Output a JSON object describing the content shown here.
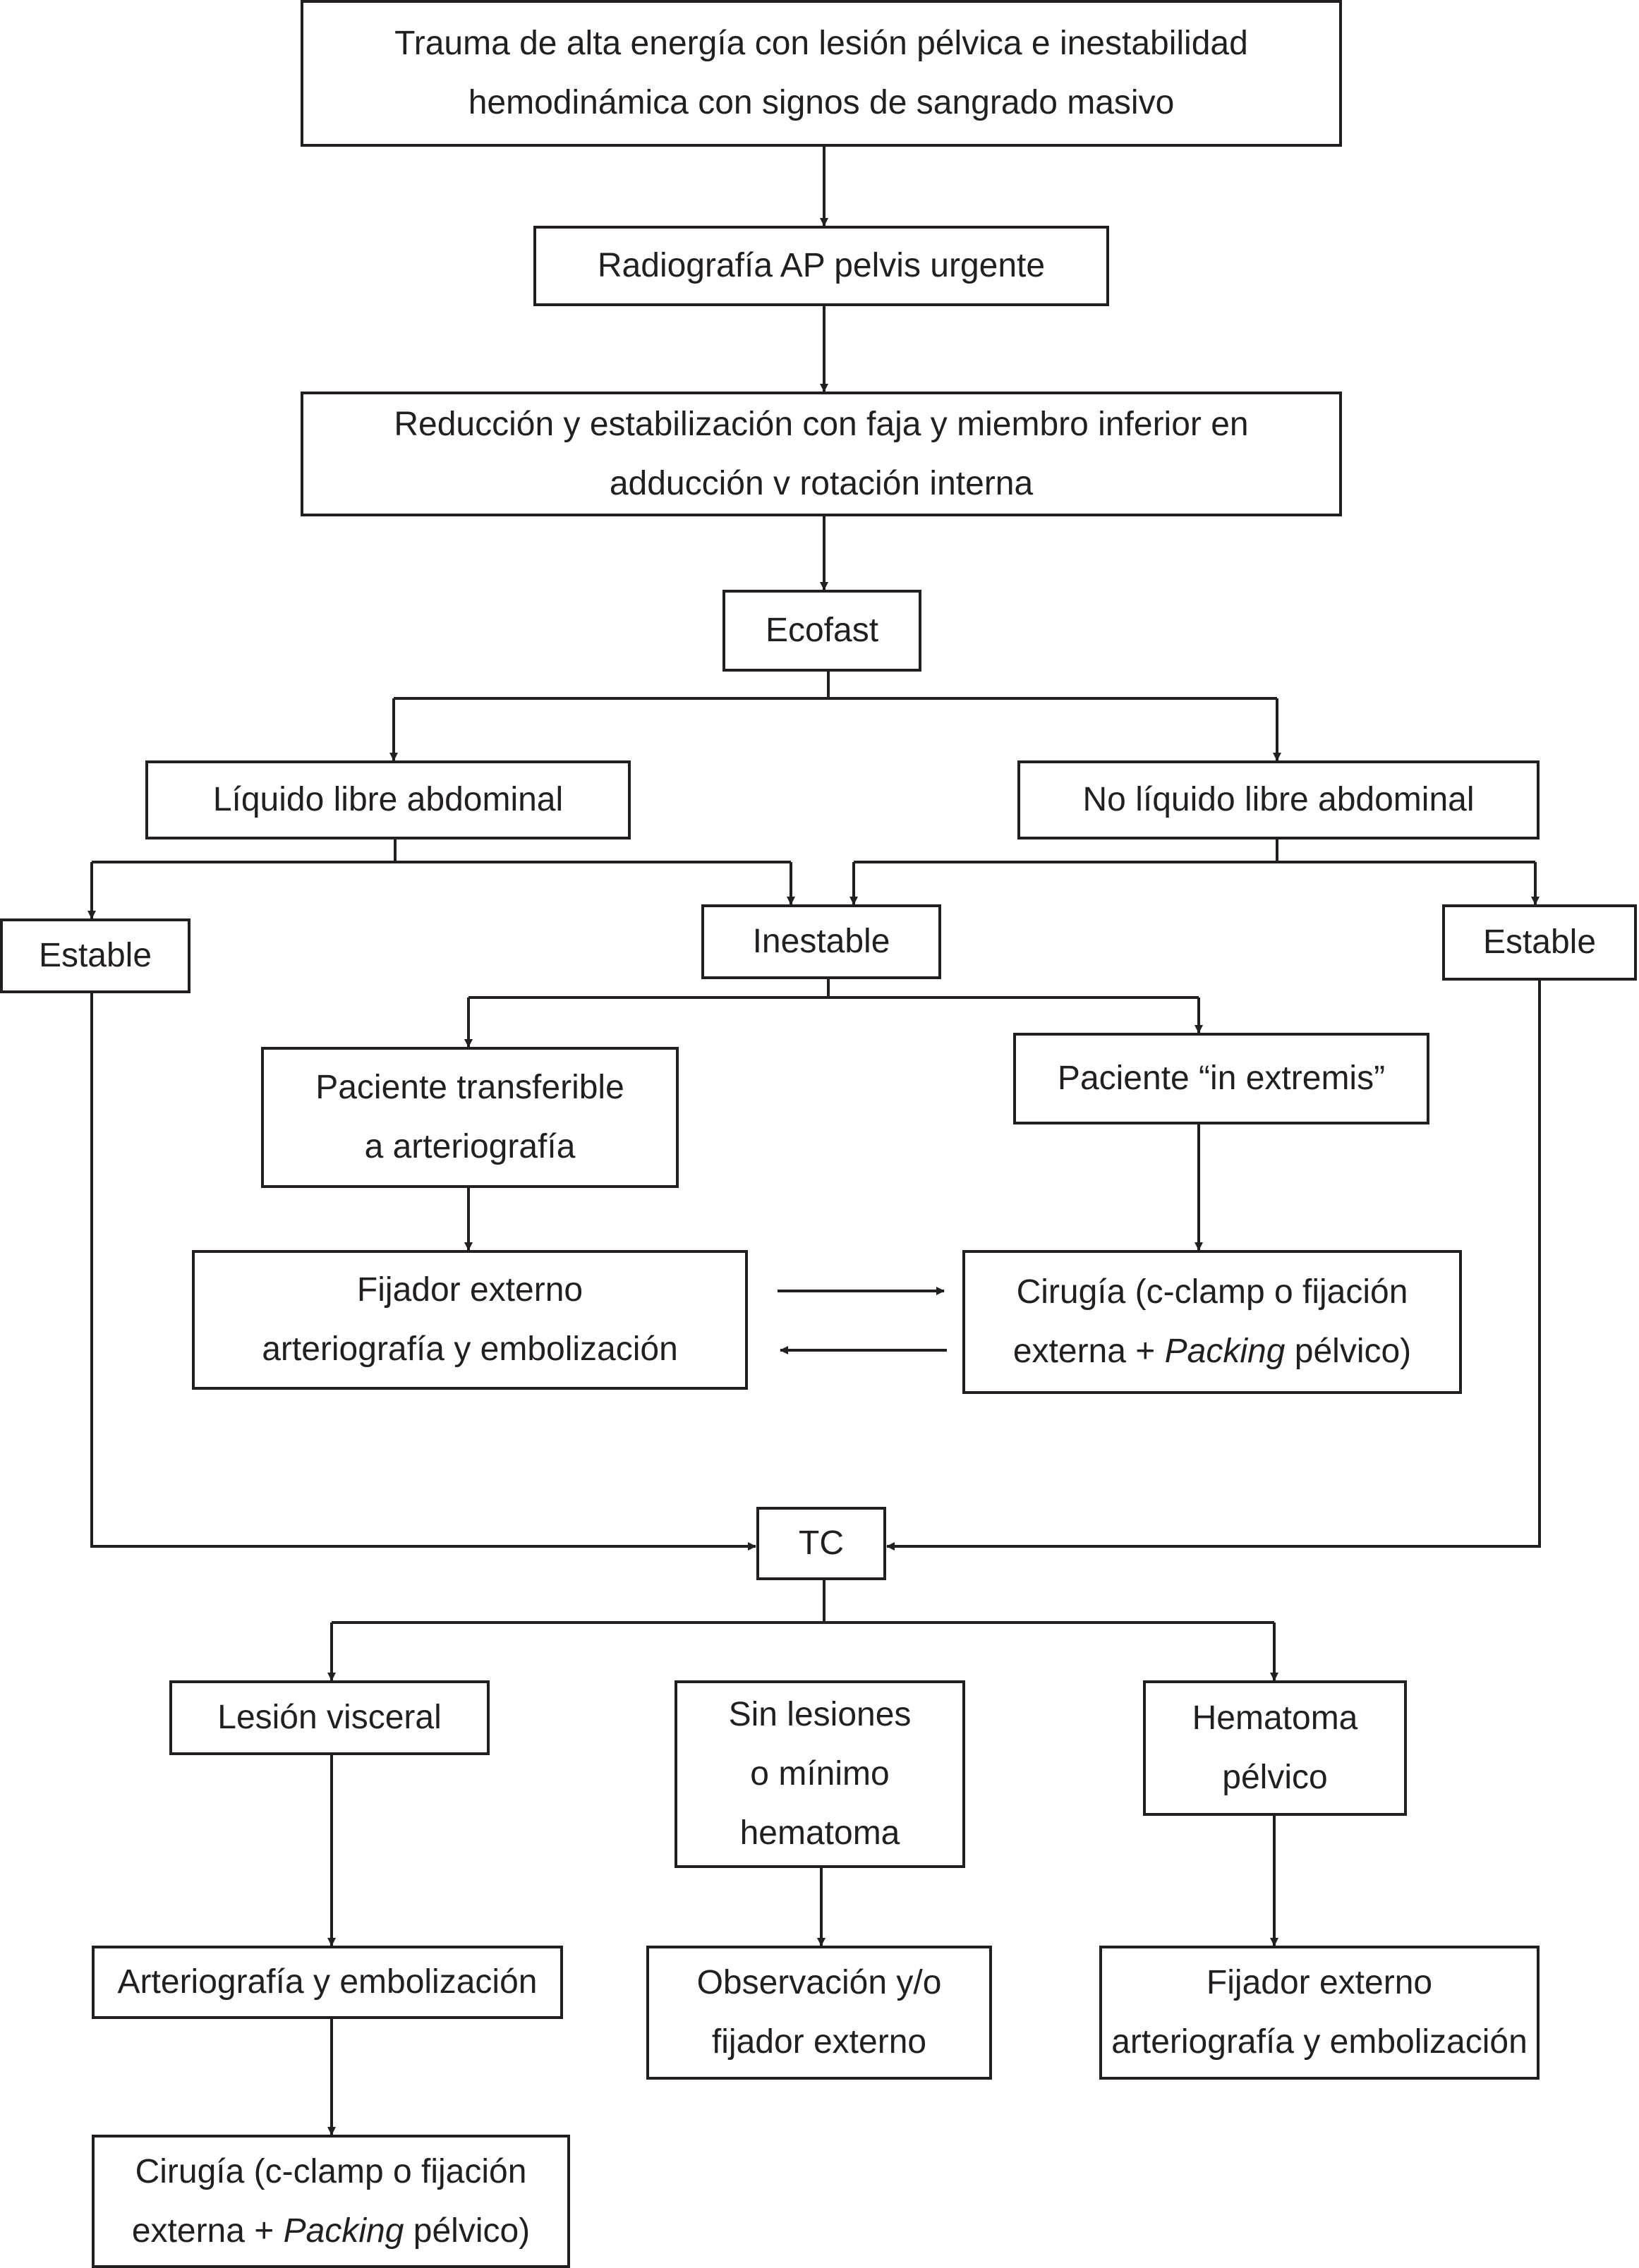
{
  "nodes": {
    "trauma": {
      "line1": "Trauma de alta energía con lesión pélvica e inestabilidad",
      "line2": "hemodinámica con signos de sangrado masivo"
    },
    "radiografia": {
      "line1": "Radiografía AP pelvis urgente"
    },
    "reduccion": {
      "line1": "Reducción y estabilización con faja y miembro inferior en",
      "line2": "adducción v rotación interna"
    },
    "ecofast": {
      "line1": "Ecofast"
    },
    "liquido": {
      "line1": "Líquido libre abdominal"
    },
    "no_liquido": {
      "line1": "No líquido libre abdominal"
    },
    "estable_left": {
      "line1": "Estable"
    },
    "inestable": {
      "line1": "Inestable"
    },
    "estable_right": {
      "line1": "Estable"
    },
    "transferible": {
      "line1": "Paciente transferible",
      "line2": "a arteriografía"
    },
    "extremis": {
      "line1": "Paciente “in extremis”"
    },
    "fijador_mid": {
      "line1": "Fijador externo",
      "line2": "arteriografía y embolización"
    },
    "cirugia_mid": {
      "line1": "Cirugía (c-clamp o fijación",
      "line2_pre": "externa + ",
      "line2_em": "Packing",
      "line2_post": " pélvico)"
    },
    "tc": {
      "line1": "TC"
    },
    "lesion": {
      "line1": "Lesión visceral"
    },
    "sin_lesiones": {
      "line1": "Sin lesiones",
      "line2": "o mínimo",
      "line3": "hematoma"
    },
    "hematoma": {
      "line1": "Hematoma",
      "line2": "pélvico"
    },
    "arteriografia": {
      "line1": "Arteriografía y embolización"
    },
    "observacion": {
      "line1": "Observación y/o",
      "line2": "fijador externo"
    },
    "fijador_bottom": {
      "line1": "Fijador externo",
      "line2": "arteriografía y embolización"
    },
    "cirugia_bottom": {
      "line1": "Cirugía (c-clamp o fijación",
      "line2_pre": "externa + ",
      "line2_em": "Packing",
      "line2_post": " pélvico)"
    }
  }
}
